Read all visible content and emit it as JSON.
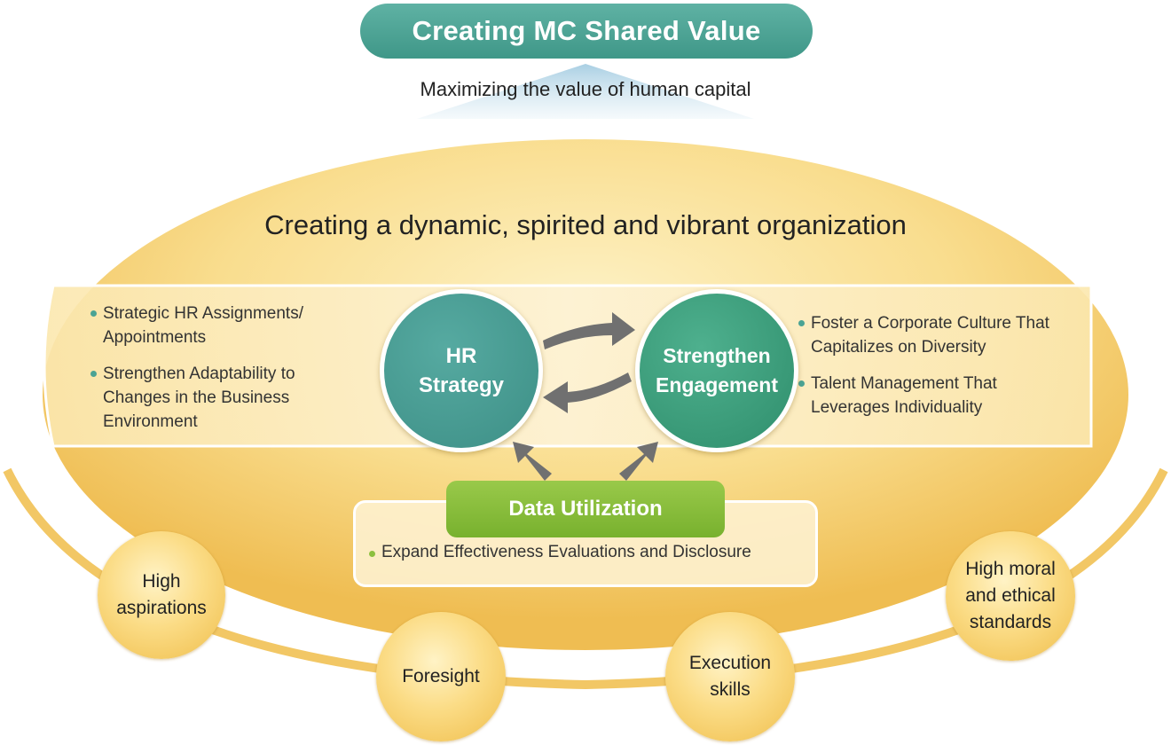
{
  "header": {
    "title": "Creating MC Shared Value",
    "subtitle": "Maximizing the value of human capital"
  },
  "organization": {
    "heading": "Creating a dynamic, spirited and vibrant organization"
  },
  "hr_strategy": {
    "label_line1": "HR",
    "label_line2": "Strategy",
    "bullets": [
      "Strategic HR Assignments/ Appointments",
      "Strengthen Adaptability to Changes in the Business Environment"
    ]
  },
  "engagement": {
    "label_line1": "Strengthen",
    "label_line2": "Engagement",
    "bullets": [
      "Foster a Corporate Culture That Capitalizes on Diversity",
      "Talent Management That Leverages Individuality"
    ]
  },
  "data_utilization": {
    "label": "Data Utilization",
    "bullet": "Expand Effectiveness Evaluations and Disclosure"
  },
  "values": [
    {
      "line1": "High",
      "line2": "aspirations",
      "line3": ""
    },
    {
      "line1": "Foresight",
      "line2": "",
      "line3": ""
    },
    {
      "line1": "Execution",
      "line2": "skills",
      "line3": ""
    },
    {
      "line1": "High moral",
      "line2": "and ethical",
      "line3": "standards"
    }
  ],
  "colors": {
    "teal": "#4a9f93",
    "green": "#3a9c7a",
    "lime": "#8cc03f",
    "gold": "#f1c35a"
  }
}
